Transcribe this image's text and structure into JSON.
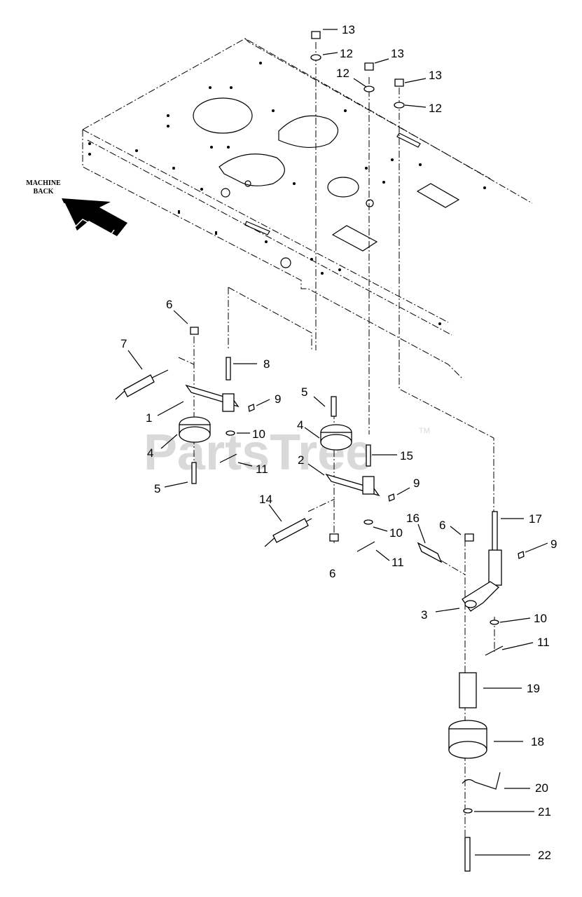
{
  "watermark": {
    "text": "PartsTree",
    "tm": "TM"
  },
  "machine_back_label": {
    "line1": "MACHINE",
    "line2": "BACK"
  },
  "callouts": [
    {
      "id": "c13a",
      "text": "13"
    },
    {
      "id": "c12a",
      "text": "12"
    },
    {
      "id": "c13b",
      "text": "13"
    },
    {
      "id": "c12b",
      "text": "12"
    },
    {
      "id": "c13c",
      "text": "13"
    },
    {
      "id": "c12c",
      "text": "12"
    },
    {
      "id": "c6a",
      "text": "6"
    },
    {
      "id": "c7",
      "text": "7"
    },
    {
      "id": "c8",
      "text": "8"
    },
    {
      "id": "c9a",
      "text": "9"
    },
    {
      "id": "c1",
      "text": "1"
    },
    {
      "id": "c4a",
      "text": "4"
    },
    {
      "id": "c10a",
      "text": "10"
    },
    {
      "id": "c11a",
      "text": "11"
    },
    {
      "id": "c5a",
      "text": "5"
    },
    {
      "id": "c5b",
      "text": "5"
    },
    {
      "id": "c4b",
      "text": "4"
    },
    {
      "id": "c15",
      "text": "15"
    },
    {
      "id": "c2",
      "text": "2"
    },
    {
      "id": "c9b",
      "text": "9"
    },
    {
      "id": "c14",
      "text": "14"
    },
    {
      "id": "c10b",
      "text": "10"
    },
    {
      "id": "c6b",
      "text": "6"
    },
    {
      "id": "c11b",
      "text": "11"
    },
    {
      "id": "c16",
      "text": "16"
    },
    {
      "id": "c6c",
      "text": "6"
    },
    {
      "id": "c17",
      "text": "17"
    },
    {
      "id": "c9c",
      "text": "9"
    },
    {
      "id": "c3",
      "text": "3"
    },
    {
      "id": "c10c",
      "text": "10"
    },
    {
      "id": "c11c",
      "text": "11"
    },
    {
      "id": "c19",
      "text": "19"
    },
    {
      "id": "c18",
      "text": "18"
    },
    {
      "id": "c20",
      "text": "20"
    },
    {
      "id": "c21",
      "text": "21"
    },
    {
      "id": "c22",
      "text": "22"
    }
  ]
}
